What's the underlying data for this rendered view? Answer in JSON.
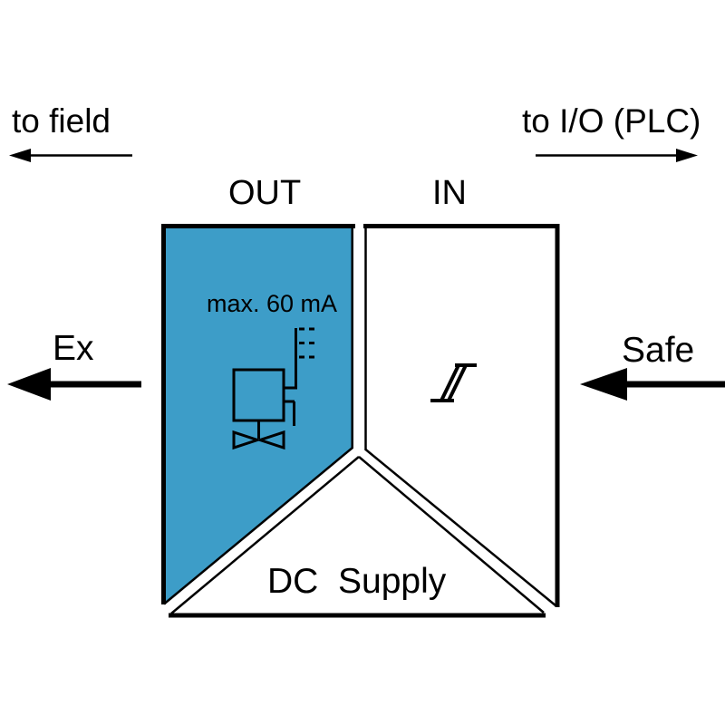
{
  "colors": {
    "panel_fill": "#3D9DC8",
    "line": "#000000",
    "background": "#FFFFFF"
  },
  "flow": {
    "top_left": "to field",
    "top_right": "to I/O (PLC)"
  },
  "panels": {
    "out": {
      "label": "OUT",
      "note": "max. 60 mA"
    },
    "in": {
      "label": "IN"
    },
    "supply": {
      "label": "DC  Supply"
    }
  },
  "sides": {
    "left": "Ex",
    "right": "Safe"
  },
  "icons": {
    "out_symbol": "solenoid-valve-icon",
    "in_symbol": "hysteresis-icon",
    "top_left_arrow": "thin-left-arrow-icon",
    "top_right_arrow": "thin-right-arrow-icon",
    "left_arrow": "thick-left-arrow-icon",
    "right_arrow": "thick-left-arrow-icon"
  }
}
